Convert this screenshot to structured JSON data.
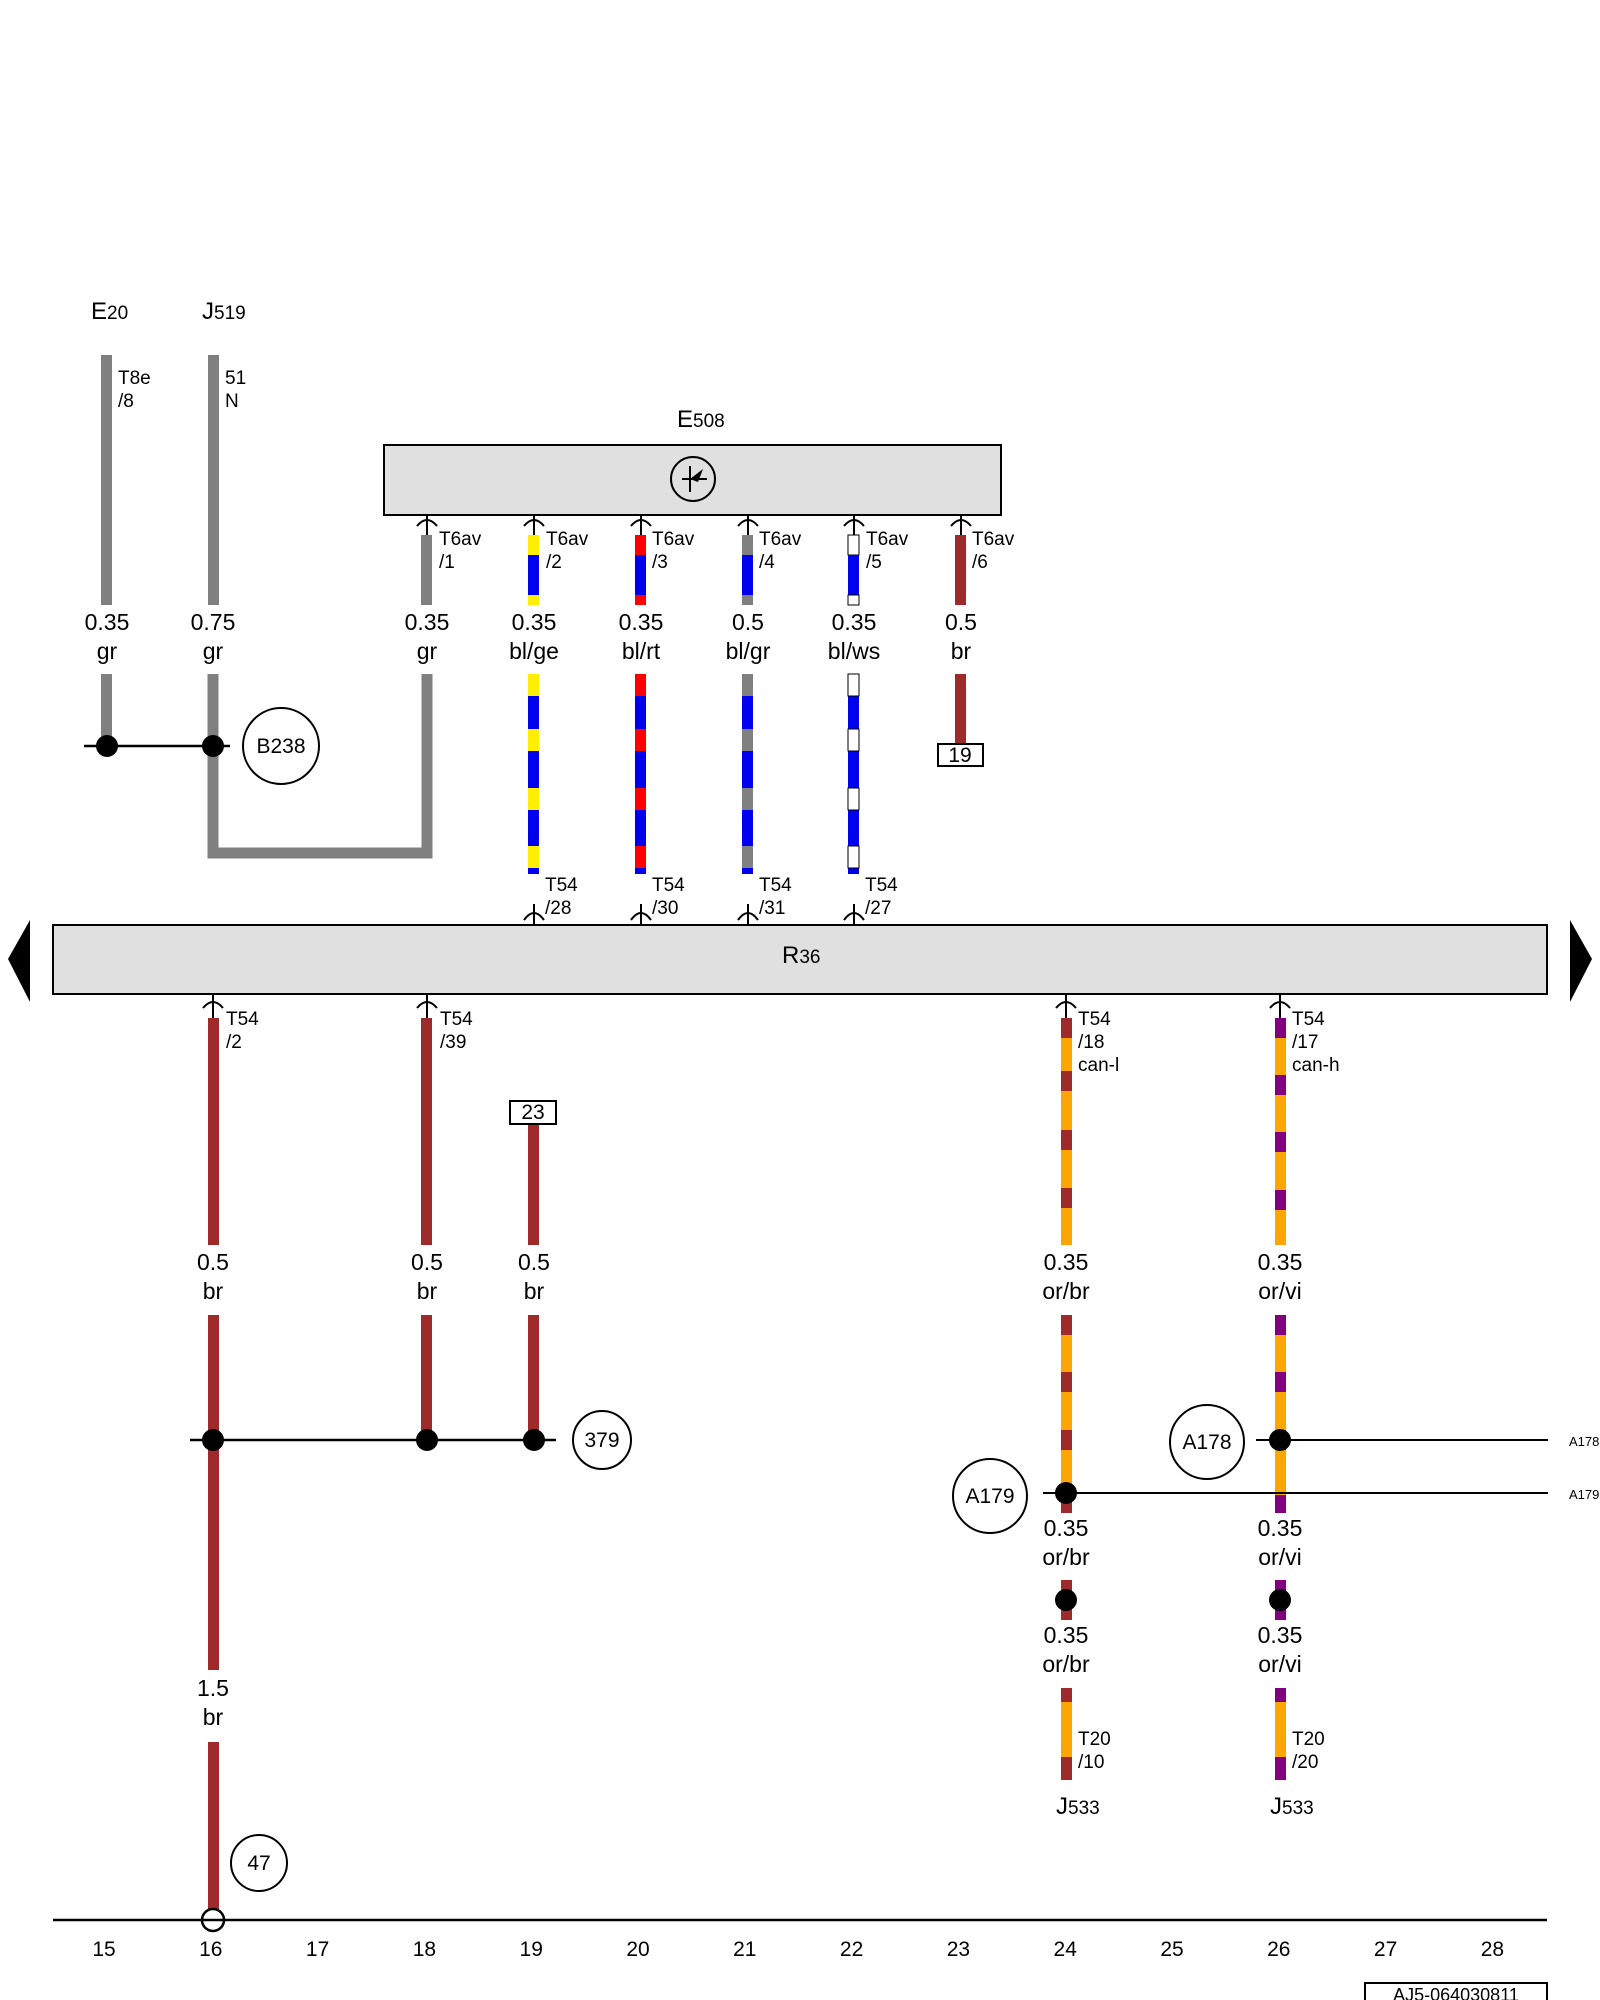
{
  "components": {
    "e20": {
      "main": "E",
      "sub": "20"
    },
    "j519": {
      "main": "J",
      "sub": "519"
    },
    "e508": {
      "main": "E",
      "sub": "508"
    },
    "r36": {
      "main": "R",
      "sub": "36"
    },
    "j533a": {
      "main": "J",
      "sub": "533"
    },
    "j533b": {
      "main": "J",
      "sub": "533"
    }
  },
  "pins": {
    "e20_pin": [
      "T8e",
      "/8"
    ],
    "j519_pin": [
      "51",
      "N"
    ],
    "e508_1": [
      "T6av",
      "/1"
    ],
    "e508_2": [
      "T6av",
      "/2"
    ],
    "e508_3": [
      "T6av",
      "/3"
    ],
    "e508_4": [
      "T6av",
      "/4"
    ],
    "e508_5": [
      "T6av",
      "/5"
    ],
    "e508_6": [
      "T6av",
      "/6"
    ],
    "r36_28": [
      "T54",
      "/28"
    ],
    "r36_30": [
      "T54",
      "/30"
    ],
    "r36_31": [
      "T54",
      "/31"
    ],
    "r36_27": [
      "T54",
      "/27"
    ],
    "r36_2": [
      "T54",
      "/2"
    ],
    "r36_39": [
      "T54",
      "/39"
    ],
    "r36_18": [
      "T54",
      "/18",
      "can-l"
    ],
    "r36_17": [
      "T54",
      "/17",
      "can-h"
    ],
    "j533_10": [
      "T20",
      "/10"
    ],
    "j533_20": [
      "T20",
      "/20"
    ]
  },
  "wire_labels": {
    "w1": [
      "0.35",
      "gr"
    ],
    "w2": [
      "0.75",
      "gr"
    ],
    "w3": [
      "0.35",
      "gr"
    ],
    "w4": [
      "0.35",
      "bl/ge"
    ],
    "w5": [
      "0.35",
      "bl/rt"
    ],
    "w6": [
      "0.5",
      "bl/gr"
    ],
    "w7": [
      "0.35",
      "bl/ws"
    ],
    "w8": [
      "0.5",
      "br"
    ],
    "w9": [
      "0.5",
      "br"
    ],
    "w10": [
      "0.5",
      "br"
    ],
    "w11": [
      "0.5",
      "br"
    ],
    "w12": [
      "0.35",
      "or/br"
    ],
    "w13": [
      "0.35",
      "or/vi"
    ],
    "w14": [
      "1.5",
      "br"
    ],
    "w15": [
      "0.35",
      "or/br"
    ],
    "w16": [
      "0.35",
      "or/vi"
    ],
    "w17": [
      "0.35",
      "or/br"
    ],
    "w18": [
      "0.35",
      "or/vi"
    ]
  },
  "ground_points": {
    "b238": "B238",
    "g379": "379",
    "g47": "47",
    "a178": "A178",
    "a179": "A179"
  },
  "side_refs": {
    "a178": "A178",
    "a179": "A179"
  },
  "ref_boxes": {
    "ref19": "19",
    "ref23": "23"
  },
  "track_numbers": [
    "15",
    "16",
    "17",
    "18",
    "19",
    "20",
    "21",
    "22",
    "23",
    "24",
    "25",
    "26",
    "27",
    "28"
  ],
  "drawing_id": "AJ5-064030811",
  "colors": {
    "gr": "#808080",
    "br": "#9e2a2b",
    "bl": "#0000ee",
    "ge": "#ffee00",
    "rt": "#ff0000",
    "ws": "#ffffff",
    "or": "#ffa500",
    "vi": "#800080",
    "housing": "#e0e0e0"
  }
}
